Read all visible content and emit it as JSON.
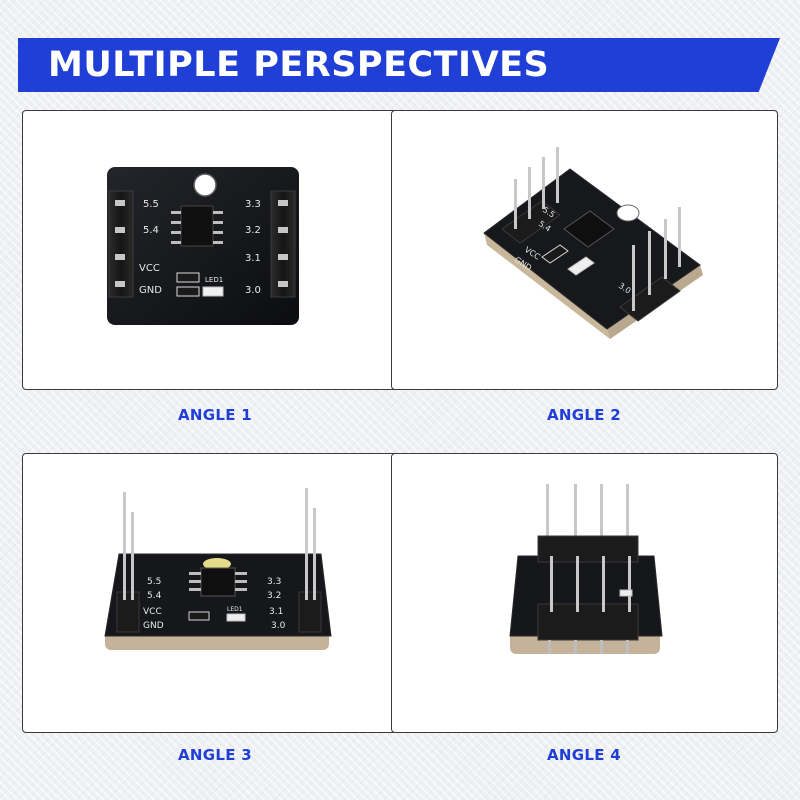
{
  "banner": {
    "title": "MULTIPLE PERSPECTIVES",
    "color": "#1f3fd6"
  },
  "board_labels": {
    "left": [
      "5.5",
      "5.4",
      "VCC",
      "GND"
    ],
    "right": [
      "3.3",
      "3.2",
      "3.1",
      "3.0"
    ],
    "led_mark": "LED1"
  },
  "panels": [
    {
      "caption": "ANGLE 1"
    },
    {
      "caption": "ANGLE 2"
    },
    {
      "caption": "ANGLE 3"
    },
    {
      "caption": "ANGLE 4"
    }
  ]
}
